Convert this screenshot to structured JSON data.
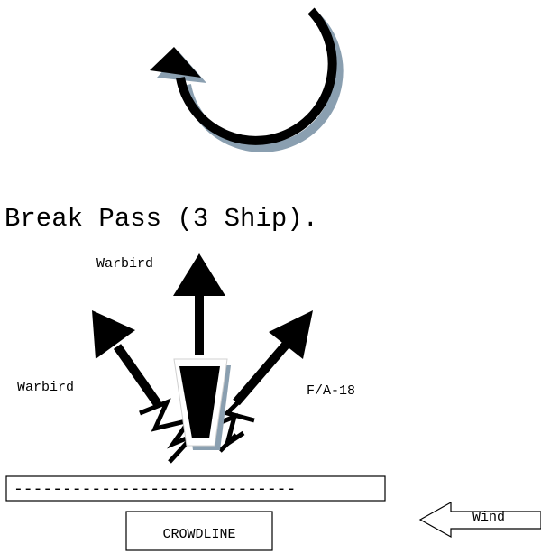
{
  "title": "Break Pass (3 Ship).",
  "labels": {
    "warbird_center": "Warbird",
    "warbird_left": "Warbird",
    "fa18": "F/A-18",
    "crowdline": "CROWDLINE",
    "wind": "Wind"
  },
  "runway": {
    "dashes": "-----------------------------"
  },
  "icons": {
    "maneuver": "circular-arrow-icon",
    "wind": "wind-arrow-icon"
  },
  "colors": {
    "ink": "#000000",
    "shadow": "#8a9fb0",
    "background": "#ffffff"
  }
}
